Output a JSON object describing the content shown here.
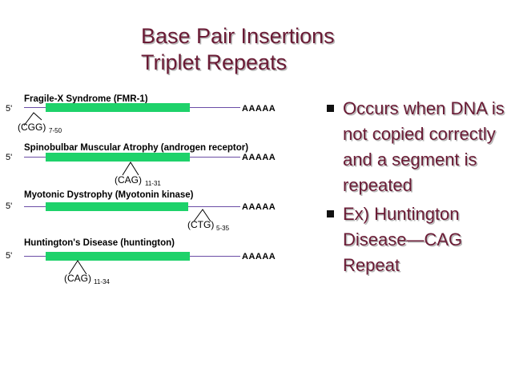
{
  "title": {
    "line1": "Base Pair Insertions",
    "line2": "Triplet Repeats"
  },
  "diagram": {
    "colors": {
      "gene_bar": "#1ed26a",
      "line": "#6b4da6",
      "text": "#000000"
    },
    "five_prime": "5'",
    "poly_a": "AAAAA",
    "rows": [
      {
        "disease": "Fragile-X Syndrome (FMR-1)",
        "repeat": "(CGG)",
        "range": "7-50"
      },
      {
        "disease": "Spinobulbar Muscular Atrophy (androgen receptor)",
        "repeat": "(CAG)",
        "range": "11-31"
      },
      {
        "disease": "Myotonic Dystrophy (Myotonin kinase)",
        "repeat": "(CTG)",
        "range": "5-35"
      },
      {
        "disease": "Huntington's Disease (huntington)",
        "repeat": "(CAG)",
        "range": "11-34"
      }
    ]
  },
  "bullets": [
    {
      "text": "Occurs when DNA is not copied correctly and a segment is repeated"
    },
    {
      "text": "Ex) Huntington Disease—CAG Repeat"
    }
  ]
}
